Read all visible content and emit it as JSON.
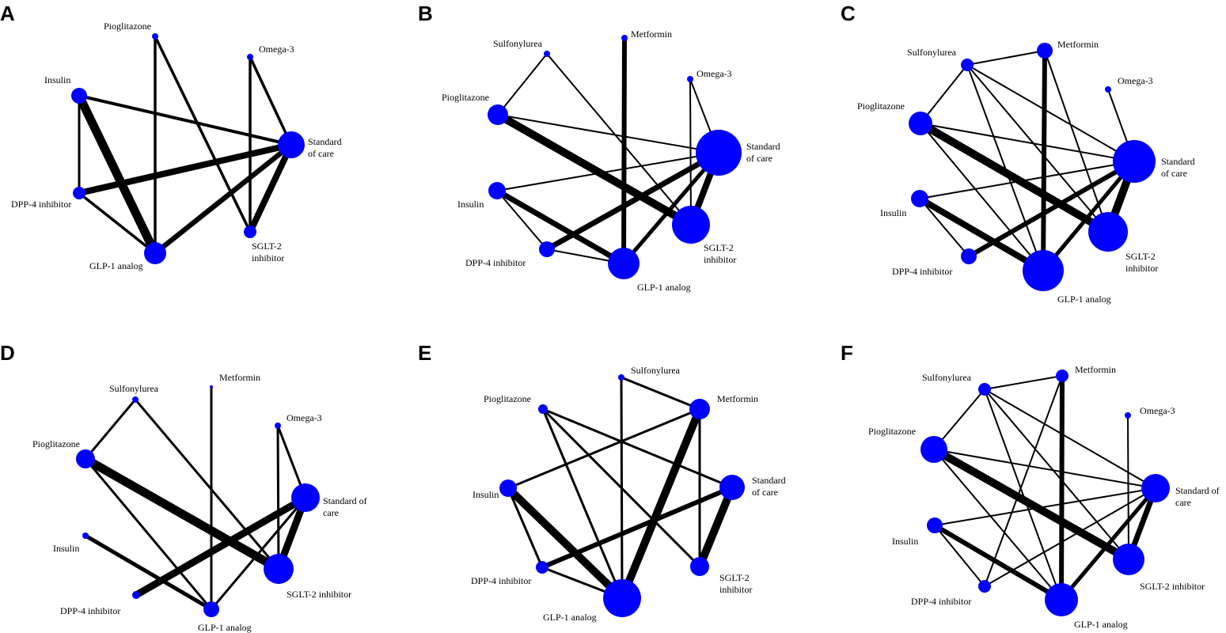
{
  "figure": {
    "node_color": "#0000ff",
    "edge_color": "#000000",
    "panels": [
      {
        "letter": "A",
        "nodes": [
          {
            "id": "pio",
            "label": [
              "Pioglitazone"
            ],
            "size": 4
          },
          {
            "id": "om",
            "label": [
              "Omega-3"
            ],
            "size": 4
          },
          {
            "id": "ins",
            "label": [
              "Insulin"
            ],
            "size": 10
          },
          {
            "id": "soc",
            "label": [
              "Standard",
              "of care"
            ],
            "size": 17
          },
          {
            "id": "dpp",
            "label": [
              "DPP-4 inhibitor"
            ],
            "size": 8
          },
          {
            "id": "sglt",
            "label": [
              "SGLT-2",
              "inhibitor"
            ],
            "size": 8
          },
          {
            "id": "glp",
            "label": [
              "GLP-1 analog"
            ],
            "size": 14
          }
        ],
        "edges": [
          {
            "from": "ins",
            "to": "soc",
            "weight": 4
          },
          {
            "from": "ins",
            "to": "dpp",
            "weight": 3
          },
          {
            "from": "ins",
            "to": "glp",
            "weight": 11
          },
          {
            "from": "pio",
            "to": "glp",
            "weight": 3.5
          },
          {
            "from": "pio",
            "to": "sglt",
            "weight": 3.5
          },
          {
            "from": "om",
            "to": "soc",
            "weight": 3.5
          },
          {
            "from": "om",
            "to": "sglt",
            "weight": 3.5
          },
          {
            "from": "dpp",
            "to": "soc",
            "weight": 8
          },
          {
            "from": "dpp",
            "to": "glp",
            "weight": 3.5
          },
          {
            "from": "soc",
            "to": "glp",
            "weight": 6.5
          },
          {
            "from": "soc",
            "to": "sglt",
            "weight": 8
          }
        ]
      },
      {
        "letter": "B",
        "nodes": [
          {
            "id": "met",
            "label": [
              "Metformin"
            ],
            "size": 4
          },
          {
            "id": "sul",
            "label": [
              "Sulfonylurea"
            ],
            "size": 4
          },
          {
            "id": "om",
            "label": [
              "Omega-3"
            ],
            "size": 4
          },
          {
            "id": "pio",
            "label": [
              "Pioglitazone"
            ],
            "size": 13
          },
          {
            "id": "soc",
            "label": [
              "Standard",
              "of care"
            ],
            "size": 29
          },
          {
            "id": "ins",
            "label": [
              "Insulin"
            ],
            "size": 11
          },
          {
            "id": "sglt",
            "label": [
              "SGLT-2",
              "inhibitor"
            ],
            "size": 24
          },
          {
            "id": "dpp",
            "label": [
              "DPP-4 inhibitor"
            ],
            "size": 10
          },
          {
            "id": "glp",
            "label": [
              "GLP-1 analog"
            ],
            "size": 20
          }
        ],
        "edges": [
          {
            "from": "sul",
            "to": "pio",
            "weight": 2
          },
          {
            "from": "sul",
            "to": "sglt",
            "weight": 2
          },
          {
            "from": "met",
            "to": "glp",
            "weight": 6
          },
          {
            "from": "om",
            "to": "soc",
            "weight": 2
          },
          {
            "from": "om",
            "to": "sglt",
            "weight": 2
          },
          {
            "from": "pio",
            "to": "soc",
            "weight": 2
          },
          {
            "from": "pio",
            "to": "sglt",
            "weight": 10
          },
          {
            "from": "ins",
            "to": "soc",
            "weight": 2
          },
          {
            "from": "ins",
            "to": "dpp",
            "weight": 2
          },
          {
            "from": "ins",
            "to": "glp",
            "weight": 7
          },
          {
            "from": "dpp",
            "to": "soc",
            "weight": 7
          },
          {
            "from": "dpp",
            "to": "glp",
            "weight": 2
          },
          {
            "from": "glp",
            "to": "soc",
            "weight": 5
          },
          {
            "from": "soc",
            "to": "sglt",
            "weight": 8
          }
        ]
      },
      {
        "letter": "C",
        "nodes": [
          {
            "id": "met",
            "label": [
              "Metformin"
            ],
            "size": 10
          },
          {
            "id": "sul",
            "label": [
              "Sulfonylurea"
            ],
            "size": 8
          },
          {
            "id": "om",
            "label": [
              "Omega-3"
            ],
            "size": 4
          },
          {
            "id": "pio",
            "label": [
              "Pioglitazone"
            ],
            "size": 15
          },
          {
            "id": "soc",
            "label": [
              "Standard",
              "of care"
            ],
            "size": 27
          },
          {
            "id": "ins",
            "label": [
              "Insulin"
            ],
            "size": 11
          },
          {
            "id": "sglt",
            "label": [
              "SGLT-2",
              "inhibitor"
            ],
            "size": 25
          },
          {
            "id": "dpp",
            "label": [
              "DPP-4 inhibitor"
            ],
            "size": 10
          },
          {
            "id": "glp",
            "label": [
              "GLP-1 analog"
            ],
            "size": 26
          }
        ],
        "edges": [
          {
            "from": "sul",
            "to": "met",
            "weight": 2
          },
          {
            "from": "sul",
            "to": "pio",
            "weight": 2
          },
          {
            "from": "sul",
            "to": "soc",
            "weight": 2
          },
          {
            "from": "sul",
            "to": "sglt",
            "weight": 2
          },
          {
            "from": "sul",
            "to": "glp",
            "weight": 2
          },
          {
            "from": "met",
            "to": "glp",
            "weight": 6
          },
          {
            "from": "met",
            "to": "sglt",
            "weight": 2
          },
          {
            "from": "om",
            "to": "soc",
            "weight": 2
          },
          {
            "from": "pio",
            "to": "soc",
            "weight": 2
          },
          {
            "from": "pio",
            "to": "sglt",
            "weight": 10
          },
          {
            "from": "pio",
            "to": "glp",
            "weight": 2
          },
          {
            "from": "ins",
            "to": "soc",
            "weight": 2
          },
          {
            "from": "ins",
            "to": "glp",
            "weight": 8
          },
          {
            "from": "ins",
            "to": "dpp",
            "weight": 2
          },
          {
            "from": "dpp",
            "to": "soc",
            "weight": 6
          },
          {
            "from": "glp",
            "to": "soc",
            "weight": 5
          },
          {
            "from": "soc",
            "to": "sglt",
            "weight": 10
          }
        ]
      },
      {
        "letter": "D",
        "nodes": [
          {
            "id": "met",
            "label": [
              "Metformin"
            ],
            "size": 2
          },
          {
            "id": "sul",
            "label": [
              "Sulfonylurea"
            ],
            "size": 4
          },
          {
            "id": "om",
            "label": [
              "Omega-3"
            ],
            "size": 4
          },
          {
            "id": "pio",
            "label": [
              "Pioglitazone"
            ],
            "size": 12
          },
          {
            "id": "soc",
            "label": [
              "Standard of",
              "care"
            ],
            "size": 18
          },
          {
            "id": "ins",
            "label": [
              "Insulin"
            ],
            "size": 4
          },
          {
            "id": "sglt",
            "label": [
              "SGLT-2 inhibitor"
            ],
            "size": 19
          },
          {
            "id": "dpp",
            "label": [
              "DPP-4 inhibitor"
            ],
            "size": 5
          },
          {
            "id": "glp",
            "label": [
              "GLP-1 analog"
            ],
            "size": 10
          }
        ],
        "edges": [
          {
            "from": "sul",
            "to": "pio",
            "weight": 3
          },
          {
            "from": "sul",
            "to": "sglt",
            "weight": 3
          },
          {
            "from": "met",
            "to": "glp",
            "weight": 3
          },
          {
            "from": "om",
            "to": "soc",
            "weight": 3
          },
          {
            "from": "om",
            "to": "sglt",
            "weight": 3
          },
          {
            "from": "pio",
            "to": "sglt",
            "weight": 11
          },
          {
            "from": "pio",
            "to": "glp",
            "weight": 3
          },
          {
            "from": "ins",
            "to": "glp",
            "weight": 5
          },
          {
            "from": "dpp",
            "to": "soc",
            "weight": 9
          },
          {
            "from": "glp",
            "to": "soc",
            "weight": 3
          },
          {
            "from": "soc",
            "to": "sglt",
            "weight": 9
          }
        ]
      },
      {
        "letter": "E",
        "nodes": [
          {
            "id": "sul",
            "label": [
              "Sulfonylurea"
            ],
            "size": 4
          },
          {
            "id": "met",
            "label": [
              "Metformin"
            ],
            "size": 13
          },
          {
            "id": "pio",
            "label": [
              "Pioglitazone"
            ],
            "size": 6
          },
          {
            "id": "soc",
            "label": [
              "Standard",
              "of care"
            ],
            "size": 16
          },
          {
            "id": "ins",
            "label": [
              "Insulin"
            ],
            "size": 11
          },
          {
            "id": "dpp",
            "label": [
              "DPP-4 inhibitor"
            ],
            "size": 8
          },
          {
            "id": "sglt",
            "label": [
              "SGLT-2",
              "inhibitor"
            ],
            "size": 12
          },
          {
            "id": "glp",
            "label": [
              "GLP-1 analog"
            ],
            "size": 24
          }
        ],
        "edges": [
          {
            "from": "sul",
            "to": "met",
            "weight": 3
          },
          {
            "from": "sul",
            "to": "glp",
            "weight": 3
          },
          {
            "from": "met",
            "to": "ins",
            "weight": 3
          },
          {
            "from": "met",
            "to": "glp",
            "weight": 10
          },
          {
            "from": "met",
            "to": "sglt",
            "weight": 3
          },
          {
            "from": "pio",
            "to": "glp",
            "weight": 3
          },
          {
            "from": "pio",
            "to": "soc",
            "weight": 3
          },
          {
            "from": "pio",
            "to": "sglt",
            "weight": 3
          },
          {
            "from": "ins",
            "to": "glp",
            "weight": 10
          },
          {
            "from": "ins",
            "to": "dpp",
            "weight": 3
          },
          {
            "from": "dpp",
            "to": "soc",
            "weight": 6
          },
          {
            "from": "dpp",
            "to": "glp",
            "weight": 3
          },
          {
            "from": "soc",
            "to": "sglt",
            "weight": 10
          }
        ]
      },
      {
        "letter": "F",
        "nodes": [
          {
            "id": "met",
            "label": [
              "Metformin"
            ],
            "size": 8
          },
          {
            "id": "sul",
            "label": [
              "Sulfonylurea"
            ],
            "size": 8
          },
          {
            "id": "om",
            "label": [
              "Omega-3"
            ],
            "size": 4
          },
          {
            "id": "pio",
            "label": [
              "Pioglitazone"
            ],
            "size": 17
          },
          {
            "id": "soc",
            "label": [
              "Standard of",
              "care"
            ],
            "size": 18
          },
          {
            "id": "ins",
            "label": [
              "Insulin"
            ],
            "size": 10
          },
          {
            "id": "sglt",
            "label": [
              "SGLT-2 inhibitor"
            ],
            "size": 20
          },
          {
            "id": "dpp",
            "label": [
              "DPP-4 inhibitor"
            ],
            "size": 8
          },
          {
            "id": "glp",
            "label": [
              "GLP-1 analog"
            ],
            "size": 21
          }
        ],
        "edges": [
          {
            "from": "sul",
            "to": "met",
            "weight": 2
          },
          {
            "from": "sul",
            "to": "pio",
            "weight": 2
          },
          {
            "from": "sul",
            "to": "soc",
            "weight": 2
          },
          {
            "from": "sul",
            "to": "sglt",
            "weight": 2
          },
          {
            "from": "sul",
            "to": "glp",
            "weight": 2
          },
          {
            "from": "met",
            "to": "dpp",
            "weight": 2
          },
          {
            "from": "met",
            "to": "glp",
            "weight": 6
          },
          {
            "from": "om",
            "to": "sglt",
            "weight": 2
          },
          {
            "from": "pio",
            "to": "soc",
            "weight": 2
          },
          {
            "from": "pio",
            "to": "sglt",
            "weight": 10
          },
          {
            "from": "pio",
            "to": "glp",
            "weight": 2
          },
          {
            "from": "ins",
            "to": "soc",
            "weight": 2
          },
          {
            "from": "ins",
            "to": "glp",
            "weight": 6
          },
          {
            "from": "ins",
            "to": "dpp",
            "weight": 2
          },
          {
            "from": "dpp",
            "to": "soc",
            "weight": 2
          },
          {
            "from": "glp",
            "to": "soc",
            "weight": 5
          },
          {
            "from": "soc",
            "to": "sglt",
            "weight": 7
          }
        ]
      }
    ]
  }
}
